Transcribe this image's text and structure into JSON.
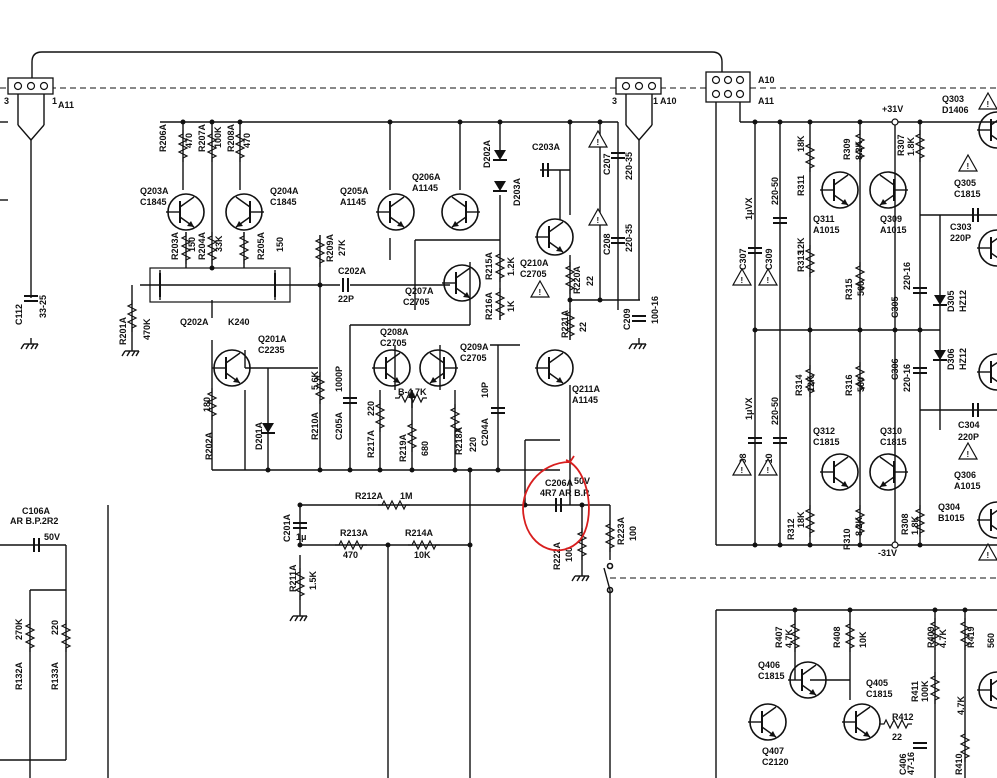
{
  "connectors": [
    {
      "id": "conn-a11-left",
      "label": "A11",
      "pin_left": "3",
      "pin_right": "1"
    },
    {
      "id": "conn-a10-mid",
      "label": "A10",
      "pin_left": "3",
      "pin_right": "1"
    },
    {
      "id": "conn-a10-a11-right",
      "label_top": "A10",
      "label_bottom": "A11"
    }
  ],
  "resistors": [
    {
      "id": "r206a",
      "ref": "R206A",
      "value": "470"
    },
    {
      "id": "r207a",
      "ref": "R207A",
      "value": "100K"
    },
    {
      "id": "r208a",
      "ref": "R208A",
      "value": "470"
    },
    {
      "id": "r203a",
      "ref": "R203A",
      "value": "150"
    },
    {
      "id": "r204a",
      "ref": "R204A",
      "value": "33K"
    },
    {
      "id": "r205a",
      "ref": "R205A",
      "value": "150"
    },
    {
      "id": "r209a",
      "ref": "R209A",
      "value": "27K"
    },
    {
      "id": "r201a",
      "ref": "R201A",
      "value": "470K"
    },
    {
      "id": "r215a",
      "ref": "R215A",
      "value": "1.2K"
    },
    {
      "id": "r216a",
      "ref": "R216A",
      "value": "1K"
    },
    {
      "id": "r220a",
      "ref": "R220A",
      "value": "22"
    },
    {
      "id": "r221a",
      "ref": "R221A",
      "value": "22"
    },
    {
      "id": "r202a",
      "ref": "R202A",
      "value": "180"
    },
    {
      "id": "r210a",
      "ref": "R210A",
      "value": "5.6K"
    },
    {
      "id": "r217a",
      "ref": "R217A",
      "value": "220"
    },
    {
      "id": "r219a",
      "ref": "R219A",
      "value": "680"
    },
    {
      "id": "r218a",
      "ref": "R218A",
      "value": "220"
    },
    {
      "id": "r212a",
      "ref": "R212A",
      "value": "1M"
    },
    {
      "id": "r213a",
      "ref": "R213A",
      "value": "470"
    },
    {
      "id": "r214a",
      "ref": "R214A",
      "value": "10K"
    },
    {
      "id": "r211a",
      "ref": "R211A",
      "value": "1.5K"
    },
    {
      "id": "r222a",
      "ref": "R222A",
      "value": "100"
    },
    {
      "id": "r223a",
      "ref": "R223A",
      "value": "100"
    },
    {
      "id": "r132a",
      "ref": "R132A",
      "value": "270K"
    },
    {
      "id": "r133a",
      "ref": "R133A",
      "value": "220"
    },
    {
      "id": "r311",
      "ref": "R311",
      "value": "18K"
    },
    {
      "id": "r313",
      "ref": "R313",
      "value": "12K"
    },
    {
      "id": "r309",
      "ref": "R309",
      "value": "8.2K"
    },
    {
      "id": "r307",
      "ref": "R307",
      "value": "1.8K"
    },
    {
      "id": "r315",
      "ref": "R315",
      "value": "560"
    },
    {
      "id": "r314",
      "ref": "R314",
      "value": "12K"
    },
    {
      "id": "r316",
      "ref": "R316",
      "value": "560"
    },
    {
      "id": "r312",
      "ref": "R312",
      "value": "18K"
    },
    {
      "id": "r310",
      "ref": "R310",
      "value": "8.2K"
    },
    {
      "id": "r308",
      "ref": "R308",
      "value": "1.8K"
    },
    {
      "id": "r407",
      "ref": "R407",
      "value": "4.7K"
    },
    {
      "id": "r408",
      "ref": "R408",
      "value": "10K"
    },
    {
      "id": "r409",
      "ref": "R409",
      "value": "4.7K"
    },
    {
      "id": "r419",
      "ref": "R419",
      "value": "560"
    },
    {
      "id": "r411",
      "ref": "R411",
      "value": "100K"
    },
    {
      "id": "r412",
      "ref": "R412",
      "value": "22"
    },
    {
      "id": "r410",
      "ref": "R410",
      "value": "4.7K"
    }
  ],
  "capacitors": [
    {
      "id": "c203a",
      "ref": "C203A",
      "value": ""
    },
    {
      "id": "c207",
      "ref": "C207",
      "value": "220-35"
    },
    {
      "id": "c208",
      "ref": "C208",
      "value": "220-35"
    },
    {
      "id": "c209",
      "ref": "C209",
      "value": "100-16"
    },
    {
      "id": "c202a",
      "ref": "C202A",
      "value": "22P"
    },
    {
      "id": "c205a",
      "ref": "C205A",
      "value": "1000P"
    },
    {
      "id": "c204a",
      "ref": "C204A",
      "value": "10P"
    },
    {
      "id": "c201a",
      "ref": "C201A",
      "value": "1μ"
    },
    {
      "id": "c206a",
      "ref": "C206A",
      "value": "4R7 AR B.P."
    },
    {
      "id": "c112",
      "ref": "C112",
      "value": "33-25"
    },
    {
      "id": "c106a",
      "ref": "C106A",
      "value": "AR B.P.2R2"
    },
    {
      "id": "c307",
      "ref": "C307",
      "value": "1μVX"
    },
    {
      "id": "c309",
      "ref": "C309",
      "value": "220-50"
    },
    {
      "id": "c308",
      "ref": "C308",
      "value": "1μVX"
    },
    {
      "id": "c310",
      "ref": "C310",
      "value": "220-50"
    },
    {
      "id": "c305",
      "ref": "C305",
      "value": "220-16"
    },
    {
      "id": "c306",
      "ref": "C306",
      "value": "220-16"
    },
    {
      "id": "c303",
      "ref": "C303",
      "value": "220P"
    },
    {
      "id": "c304",
      "ref": "C304",
      "value": "220P"
    },
    {
      "id": "c406",
      "ref": "C406",
      "value": "47-16"
    }
  ],
  "transistors": [
    {
      "id": "q203a",
      "ref": "Q203A",
      "part": "C1845"
    },
    {
      "id": "q204a",
      "ref": "Q204A",
      "part": "C1845"
    },
    {
      "id": "q205a",
      "ref": "Q205A",
      "part": "A1145"
    },
    {
      "id": "q206a",
      "ref": "Q206A",
      "part": "A1145"
    },
    {
      "id": "q202a",
      "ref": "Q202A",
      "part": "K240"
    },
    {
      "id": "q201a",
      "ref": "Q201A",
      "part": "C2235"
    },
    {
      "id": "q207a",
      "ref": "Q207A",
      "part": "C2705"
    },
    {
      "id": "q208a",
      "ref": "Q208A",
      "part": "C2705"
    },
    {
      "id": "q209a",
      "ref": "Q209A",
      "part": "C2705"
    },
    {
      "id": "q210a",
      "ref": "Q210A",
      "part": "C2705"
    },
    {
      "id": "q211a",
      "ref": "Q211A",
      "part": "A1145"
    },
    {
      "id": "q303",
      "ref": "Q303",
      "part": "D1406"
    },
    {
      "id": "q305",
      "ref": "Q305",
      "part": "C1815"
    },
    {
      "id": "q311",
      "ref": "Q311",
      "part": "A1015"
    },
    {
      "id": "q309",
      "ref": "Q309",
      "part": "A1015"
    },
    {
      "id": "q312",
      "ref": "Q312",
      "part": "C1815"
    },
    {
      "id": "q310",
      "ref": "Q310",
      "part": "C1815"
    },
    {
      "id": "q306",
      "ref": "Q306",
      "part": "A1015"
    },
    {
      "id": "q304",
      "ref": "Q304",
      "part": "B1015"
    },
    {
      "id": "q406",
      "ref": "Q406",
      "part": "C1815"
    },
    {
      "id": "q405",
      "ref": "Q405",
      "part": "C1815"
    },
    {
      "id": "q407",
      "ref": "Q407",
      "part": "C2120"
    }
  ],
  "diodes": [
    {
      "id": "d202a",
      "ref": "D202A"
    },
    {
      "id": "d203a",
      "ref": "D203A"
    },
    {
      "id": "d201a",
      "ref": "D201A"
    },
    {
      "id": "d305",
      "ref": "D305",
      "part": "HZ12"
    },
    {
      "id": "d306",
      "ref": "D306",
      "part": "HZ12"
    }
  ],
  "misc_labels": {
    "vr_b": "B-4.7K",
    "v50_a": "50V",
    "v50_b": "50V",
    "vplus": "+31V",
    "vminus": "-31V"
  }
}
